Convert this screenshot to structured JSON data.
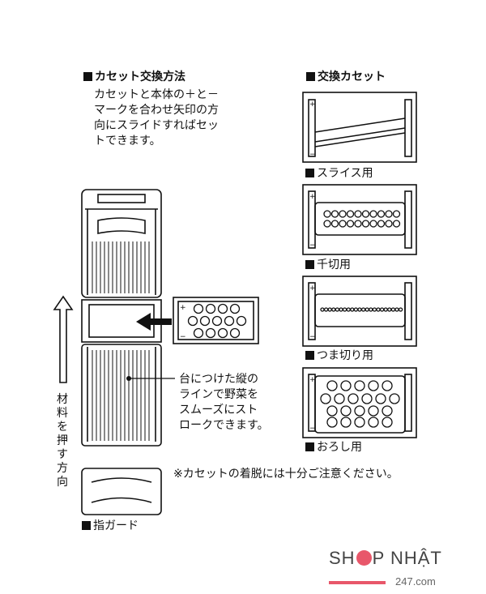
{
  "method": {
    "title": "カセット交換方法",
    "lines": [
      "カセットと本体の＋と－",
      "マークを合わせ矢印の方",
      "向にスライドすればセッ",
      "トできます。"
    ]
  },
  "cassettes": {
    "title": "交換カセット",
    "items": [
      {
        "label": "スライス用"
      },
      {
        "label": "千切用"
      },
      {
        "label": "つま切り用"
      },
      {
        "label": "おろし用"
      }
    ],
    "plus": "+",
    "minus": "−"
  },
  "callout": {
    "lines": [
      "台につけた縦の",
      "ラインで野菜を",
      "スムーズにスト",
      "ロークできます。"
    ]
  },
  "direction_label": "材料を押す方向",
  "finger_guard": "指ガード",
  "caution": "※カセットの着脱には十分ご注意ください。",
  "watermark": {
    "pre": "SH",
    "post": "P NHẬT",
    "sub": "247.com",
    "accent": "#e8576a"
  }
}
